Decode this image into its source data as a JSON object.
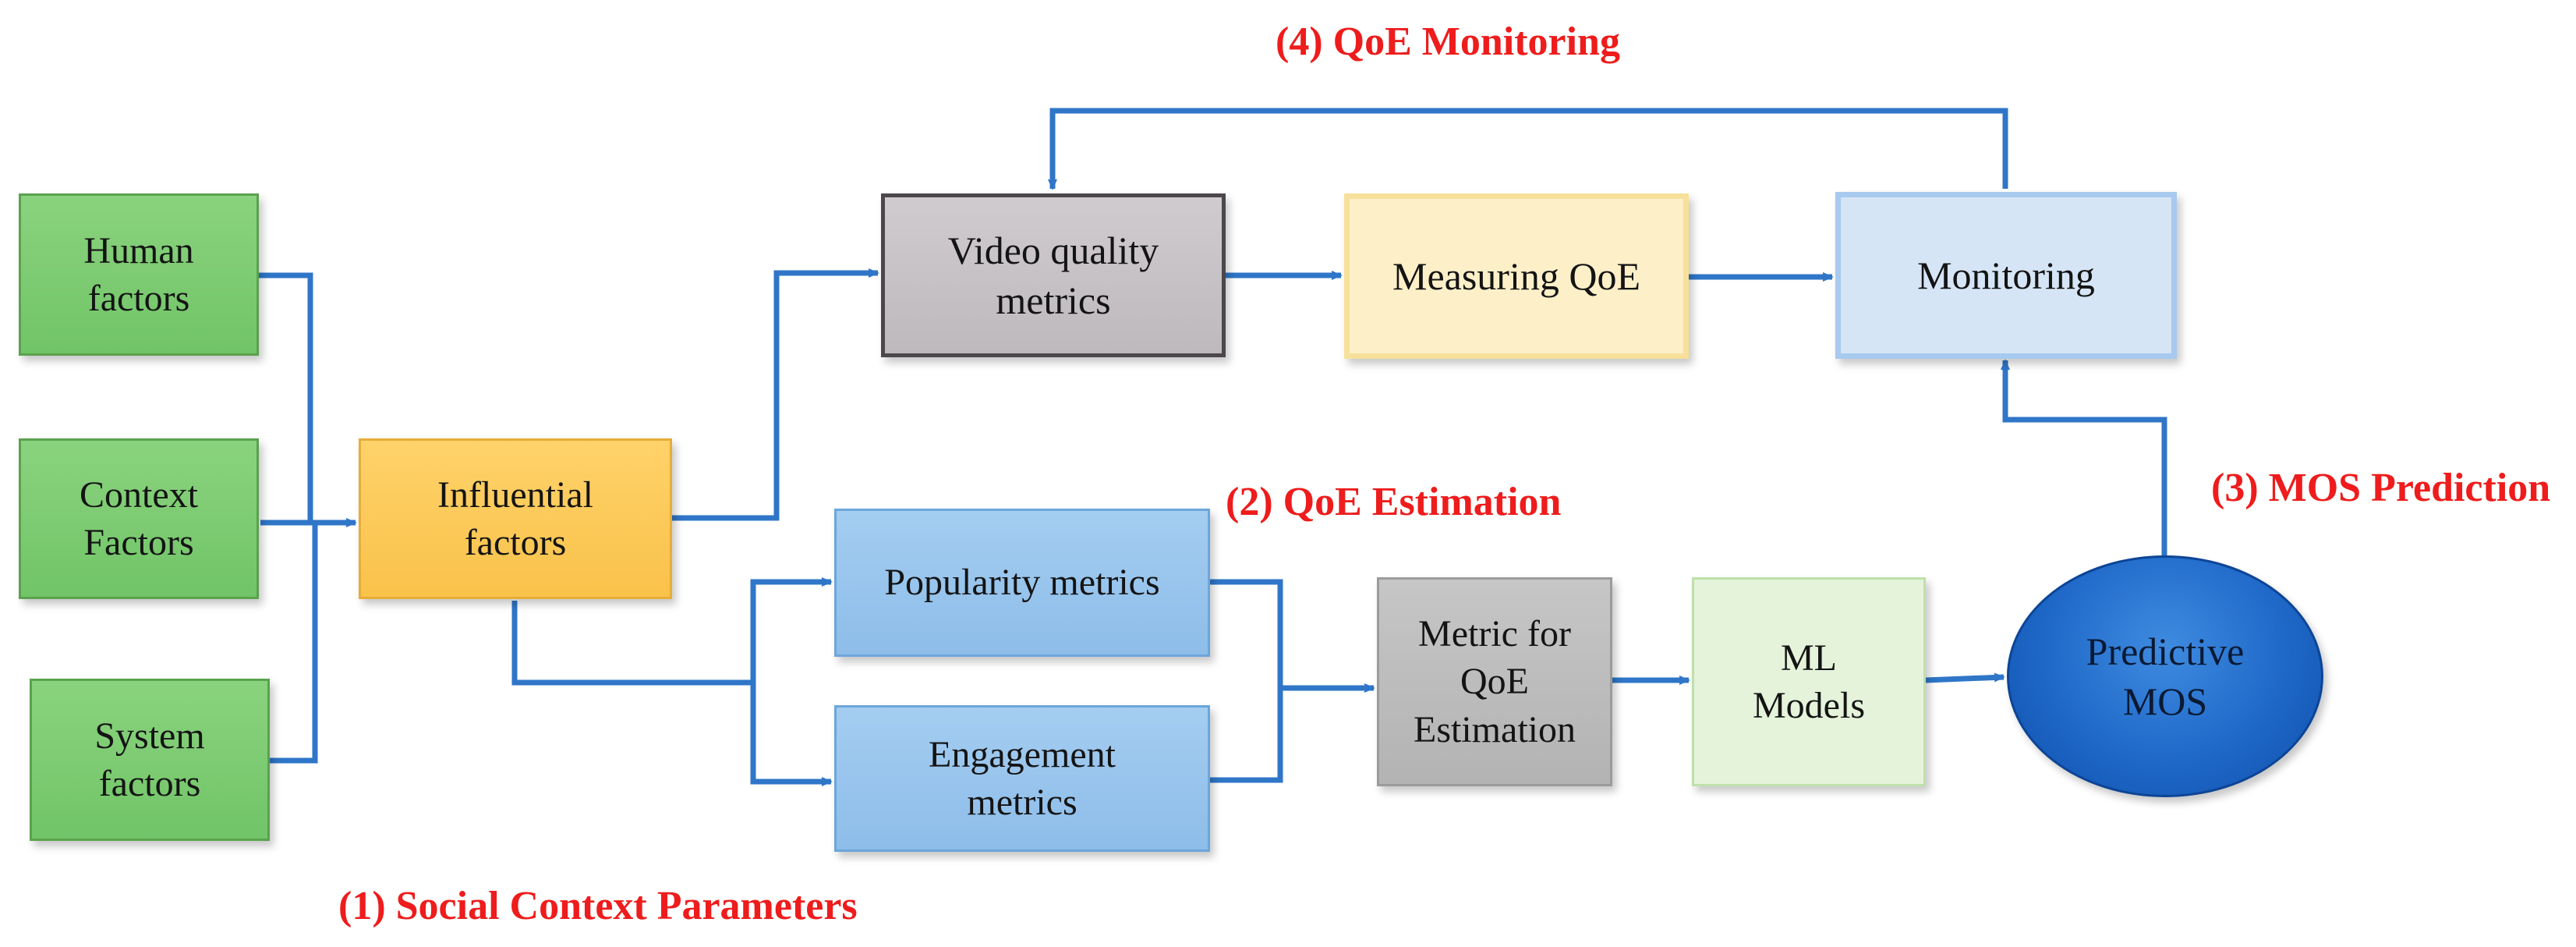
{
  "colors": {
    "connector": "#2f76c8",
    "caption": "#ee1c1c",
    "green_fill": "#7ccb70",
    "orange_fill": "#fcc857",
    "grey_fill": "#c6c2c6",
    "yellow_fill": "#fdf0c9",
    "pale_blue_fill": "#d6e5f6",
    "blue_fill": "#9ac6ee",
    "silver_fill": "#bdbdbd",
    "mint_fill": "#e4f3da",
    "ellipse_fill": "#1f68c8"
  },
  "captions": {
    "qoe_monitoring": "(4) QoE Monitoring",
    "qoe_estimation": "(2) QoE Estimation",
    "mos_prediction": "(3) MOS Prediction",
    "social_context": "(1) Social Context Parameters"
  },
  "nodes": {
    "human_factors": "Human\nfactors",
    "context_factors": "Context\nFactors",
    "system_factors": "System\nfactors",
    "influential_factors": "Influential\nfactors",
    "video_quality_metrics": "Video quality\nmetrics",
    "measuring_qoe": "Measuring QoE",
    "monitoring": "Monitoring",
    "popularity_metrics": "Popularity metrics",
    "engagement_metrics": "Engagement\nmetrics",
    "metric_for_qoe_estimation": "Metric for\nQoE\nEstimation",
    "ml_models": "ML\nModels",
    "predictive_mos": "Predictive\nMOS"
  },
  "edges": [
    {
      "from": "human_factors",
      "to": "influential_factors"
    },
    {
      "from": "context_factors",
      "to": "influential_factors"
    },
    {
      "from": "system_factors",
      "to": "influential_factors"
    },
    {
      "from": "influential_factors",
      "to": "video_quality_metrics"
    },
    {
      "from": "influential_factors",
      "to": "popularity_metrics"
    },
    {
      "from": "influential_factors",
      "to": "engagement_metrics"
    },
    {
      "from": "video_quality_metrics",
      "to": "measuring_qoe"
    },
    {
      "from": "measuring_qoe",
      "to": "monitoring"
    },
    {
      "from": "monitoring",
      "to": "video_quality_metrics"
    },
    {
      "from": "popularity_metrics",
      "to": "metric_for_qoe_estimation"
    },
    {
      "from": "engagement_metrics",
      "to": "metric_for_qoe_estimation"
    },
    {
      "from": "metric_for_qoe_estimation",
      "to": "ml_models"
    },
    {
      "from": "ml_models",
      "to": "predictive_mos"
    },
    {
      "from": "predictive_mos",
      "to": "monitoring"
    }
  ]
}
